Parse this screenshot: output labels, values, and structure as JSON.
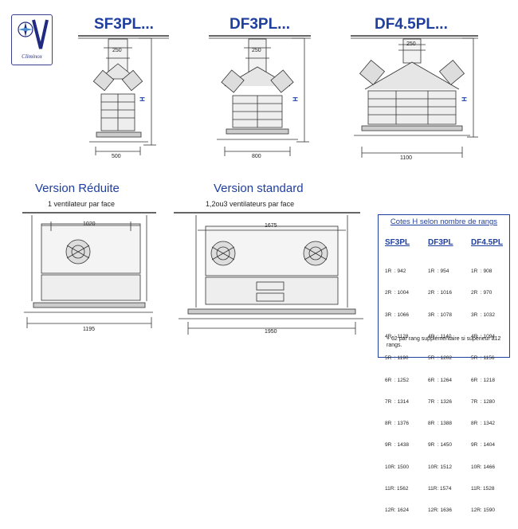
{
  "logo": {
    "name": "Climinox",
    "icon": "climinox-logo-icon"
  },
  "models": [
    "SF3PL...",
    "DF3PL...",
    "DF4.5PL..."
  ],
  "dimensions": {
    "sf_width": "500",
    "df3_width": "800",
    "df45_width": "1100",
    "collar_sf": "250",
    "collar_df3": "250",
    "collar_df45": "250",
    "height_label": "H",
    "reduced_inner": "1020",
    "reduced_outer": "1195",
    "standard_inner": "1675",
    "standard_outer": "1950"
  },
  "versions": {
    "reduced": {
      "title": "Version Réduite",
      "subtitle": "1 ventilateur par face"
    },
    "standard": {
      "title": "Version standard",
      "subtitle": "1,2ou3 ventilateurs par face"
    }
  },
  "table": {
    "title": "Cotes H selon nombre de rangs",
    "columns": [
      {
        "header": "SF3PL",
        "rows": [
          "1R  : 942",
          "2R  : 1004",
          "3R  : 1066",
          "4R  : 1128",
          "5R  : 1190",
          "6R  : 1252",
          "7R  : 1314",
          "8R  : 1376",
          "9R  : 1438",
          "10R: 1500",
          "11R: 1562",
          "12R: 1624"
        ]
      },
      {
        "header": "DF3PL",
        "rows": [
          "1R  : 954",
          "2R  : 1016",
          "3R  : 1078",
          "4R  : 1140",
          "5R  : 1202",
          "6R  : 1264",
          "7R  : 1326",
          "8R  : 1388",
          "9R  : 1450",
          "10R: 1512",
          "11R: 1574",
          "12R: 1636"
        ]
      },
      {
        "header": "DF4.5PL",
        "rows": [
          "1R  : 908",
          "2R  : 970",
          "3R  : 1032",
          "4R  : 1094",
          "5R  : 1156",
          "6R  : 1218",
          "7R  : 1280",
          "8R  : 1342",
          "9R  : 1404",
          "10R: 1466",
          "11R: 1528",
          "12R: 1590"
        ]
      }
    ],
    "note": "+ 62 par rang supplémentaire si supérieur à12 rangs."
  },
  "colors": {
    "accent": "#1f3f9f",
    "line": "#333333",
    "fill": "#e6e6e6"
  }
}
